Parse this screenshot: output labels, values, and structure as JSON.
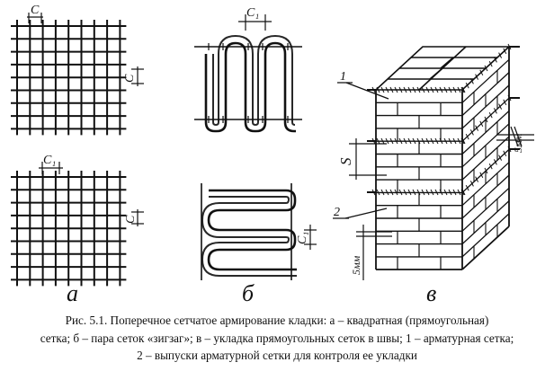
{
  "figure": {
    "panels": [
      {
        "letter": "а",
        "top_spacing_label": "С",
        "side_spacing_label": "С",
        "bottom_spacing_label": "С₁"
      },
      {
        "letter": "б",
        "top_spacing_label": "С₁",
        "side_spacing_label": "С₁"
      },
      {
        "letter": "в",
        "callout_1": "1",
        "callout_2": "2",
        "course_spacing_label": "S",
        "right_dim_label": "5мм",
        "left_dim_label": "5мм"
      }
    ]
  },
  "caption": {
    "lines": [
      "Рис. 5.1. Поперечное сетчатое армирование кладки: а – квадратная (прямоугольная)",
      "сетка; б – пара сеток «зигзаг»; в – укладка прямоугольных сеток в швы; 1 – арматурная сетка;",
      "2 – выпуски арматурной сетки для контроля ее укладки"
    ]
  },
  "colors": {
    "ink": "#111111",
    "background": "#ffffff"
  }
}
